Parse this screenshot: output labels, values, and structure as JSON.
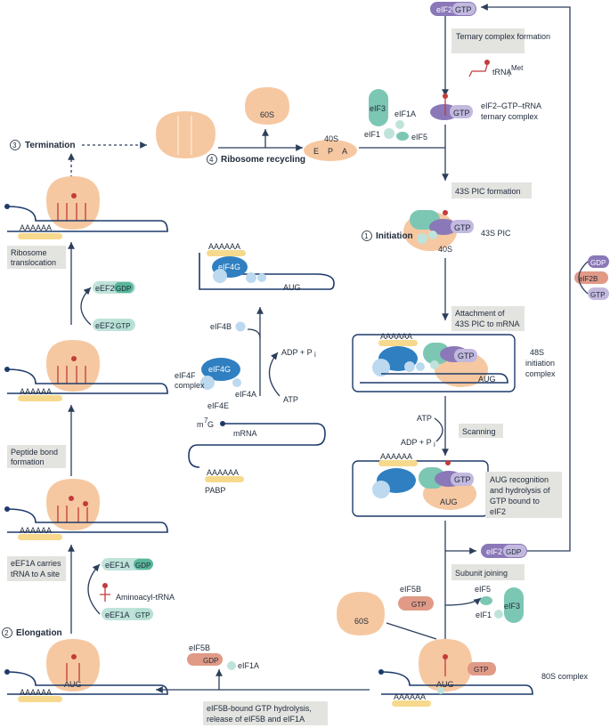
{
  "labels": {
    "eif2_gtp_top": "eIF2",
    "gtp": "GTP",
    "gdp": "GDP",
    "ternary_box": "Ternary complex formation",
    "trna_met": "tRNA",
    "trna_met_sub": "i",
    "trna_met_sup": "Met",
    "ternary_complex": "eIF2–GTP–tRNA",
    "ternary_complex_2": "ternary complex",
    "eif3": "eIF3",
    "eif1a": "eIF1A",
    "eif1": "eIF1",
    "eif5": "eIF5",
    "s40": "40S",
    "s60": "60S",
    "epa_e": "E",
    "epa_p": "P",
    "epa_a": "A",
    "termination": "Termination",
    "recycling": "Ribosome recycling",
    "step3": "3",
    "step4": "4",
    "step1": "1",
    "step2": "2",
    "initiation": "Initiation",
    "pic43_box": "43S PIC formation",
    "pic43": "43S PIC",
    "eif2b": "eIF2B",
    "attach_box_1": "Attachment of",
    "attach_box_2": "43S PIC to mRNA",
    "c48s_1": "48S",
    "c48s_2": "initiation",
    "c48s_3": "complex",
    "aug": "AUG",
    "atp": "ATP",
    "adp_pi": "ADP + P",
    "adp_pi_sub": "i",
    "scanning": "Scanning",
    "aug_rec_1": "AUG recognition",
    "aug_rec_2": "and hydrolysis of",
    "aug_rec_3": "GTP bound to",
    "aug_rec_4": "eIF2",
    "subunit_box": "Subunit joining",
    "eif5b": "eIF5B",
    "c80s": "80S complex",
    "hydro_1": "eIF5B-bound GTP hydrolysis,",
    "hydro_2": "release of eIF5B and eIF1A",
    "eef1a": "eEF1A",
    "aminoacyl": "Aminoacyl-tRNA",
    "eef1a_box_1": "eEF1A carries",
    "eef1a_box_2": "tRNA to A site",
    "elongation": "Elongation",
    "peptide_1": "Peptide bond",
    "peptide_2": "formation",
    "eef2": "eEF2",
    "transloc_1": "Ribosome",
    "transloc_2": "translocation",
    "polyA": "AAAAAA",
    "eif4g": "eIF4G",
    "eif4b": "eIF4B",
    "eif4a": "eIF4A",
    "eif4e": "eIF4E",
    "eif4f_1": "eIF4F",
    "eif4f_2": "complex",
    "m7g": "m",
    "m7g_sup": "7",
    "m7g_g": "G",
    "mrna": "mRNA",
    "pabp": "PABP"
  },
  "colors": {
    "eIF2": "#8a78b8",
    "GTP": "#c3b9de",
    "eEF_GDP": "#5ab69a",
    "eIF5B": "#e09a86",
    "ribosome": "#f6c8a1",
    "polyA": "#f6d98c",
    "mRNA": "#1d3a6b",
    "tRNA": "#c33b3b",
    "eIF4G": "#2f7fc1",
    "eIF3": "#7cc7b4",
    "box": "#e3e3e0"
  }
}
